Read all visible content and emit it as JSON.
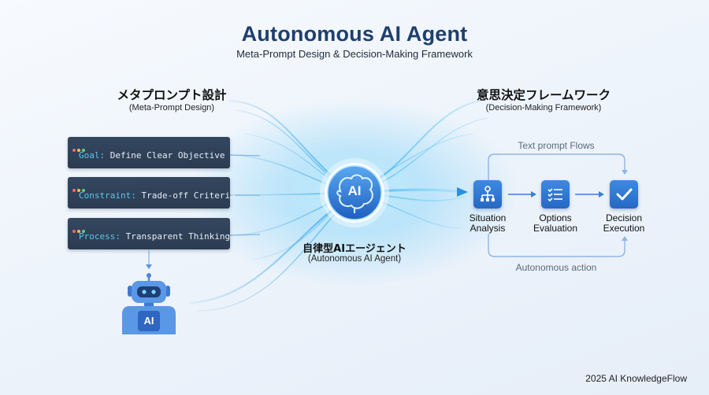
{
  "header": {
    "title": "Autonomous AI Agent",
    "subtitle": "Meta-Prompt Design & Decision-Making Framework"
  },
  "left_section": {
    "title": "メタプロンプト設計",
    "subtitle": "(Meta-Prompt Design)",
    "cards": [
      {
        "key": "Goal:",
        "text": "Define Clear Objective"
      },
      {
        "key": "Constraint:",
        "text": "Trade-off Criteria"
      },
      {
        "key": "Process:",
        "text": "Transparent Thinking"
      }
    ],
    "robot_label": "AI"
  },
  "center": {
    "badge": "AI",
    "label": "自律型AIエージェント",
    "sublabel": "(Autonomous AI Agent)"
  },
  "right_section": {
    "title": "意思決定フレームワーク",
    "subtitle": "(Decision-Making Framework)",
    "loop_top_label": "Text prompt  Flows",
    "loop_bottom_label": "Autonomous action",
    "steps": [
      {
        "line1": "Situation",
        "line2": "Analysis",
        "icon": "hierarchy-icon"
      },
      {
        "line1": "Options",
        "line2": "Evaluation",
        "icon": "checklist-icon"
      },
      {
        "line1": "Decision",
        "line2": "Execution",
        "icon": "checkmark-icon"
      }
    ]
  },
  "footer": {
    "credit": "2025 AI KnowledgeFlow"
  },
  "colors": {
    "title": "#1e3f6e",
    "card_bg": "#2e4058",
    "card_key": "#5ec5ef",
    "step_icon": "#2f75d2",
    "flow_glow": "#4fc3f7",
    "robot": "#5a97e6"
  }
}
